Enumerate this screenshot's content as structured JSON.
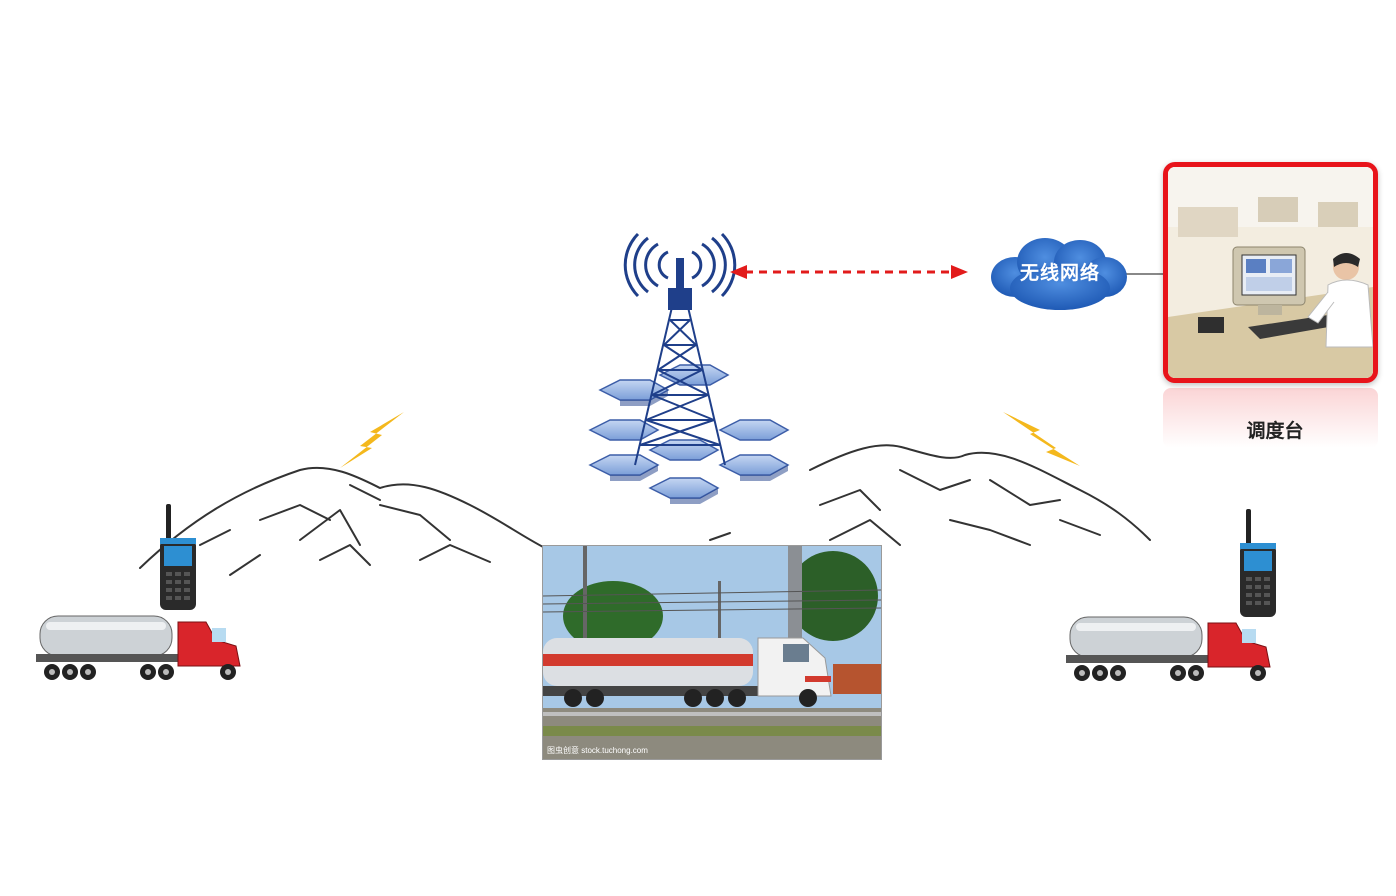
{
  "network_label": "无线网络",
  "dispatch_label": "调度台",
  "photo_caption": "图虫创意 stock.tuchong.com",
  "colors": {
    "tower": "#1f3f8a",
    "hexagon": "#8fb0e0",
    "cloud": "#2f6fc4",
    "link_arrow": "#e21b1b",
    "lightning": "#f4b81d",
    "dispatch_frame": "#e8141b",
    "truck_cab": "#d9252b",
    "tank": "#c9ced3"
  }
}
